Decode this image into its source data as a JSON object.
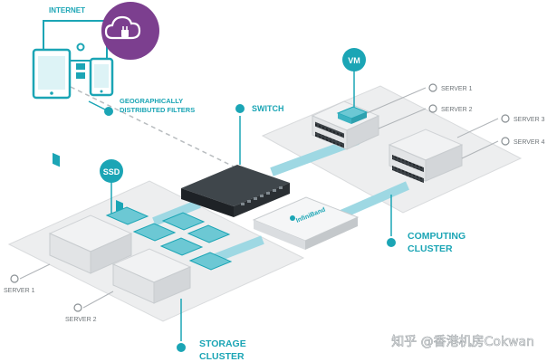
{
  "labels": {
    "internet": "INTERNET",
    "geo_line1": "GEOGRAPHICALLY",
    "geo_line2": "DISTRIBUTED FILTERS",
    "switch": "SWITCH",
    "vm": "VM",
    "ssd": "SSD",
    "infiniband": "InfiniBand",
    "computing_line1": "COMPUTING",
    "computing_line2": "CLUSTER",
    "storage_line1": "STORAGE",
    "storage_line2": "CLUSTER"
  },
  "computing_servers": [
    "SERVER 1",
    "SERVER 2",
    "SERVER 3",
    "SERVER 4"
  ],
  "storage_servers": [
    "SERVER 1",
    "SERVER 2"
  ],
  "watermark": "知乎 @香港机房Cokwan",
  "colors": {
    "accent_teal": "#1BA5B5",
    "cloud_purple": "#7C3F8F",
    "link_cyan": "#9ED8E3",
    "switch_dark": "#2A2F33",
    "platform_gray": "#EDEEEF"
  },
  "icons": [
    "cloud-plug-icon",
    "tablet-icon",
    "phone-icon",
    "filter-node-icon"
  ]
}
